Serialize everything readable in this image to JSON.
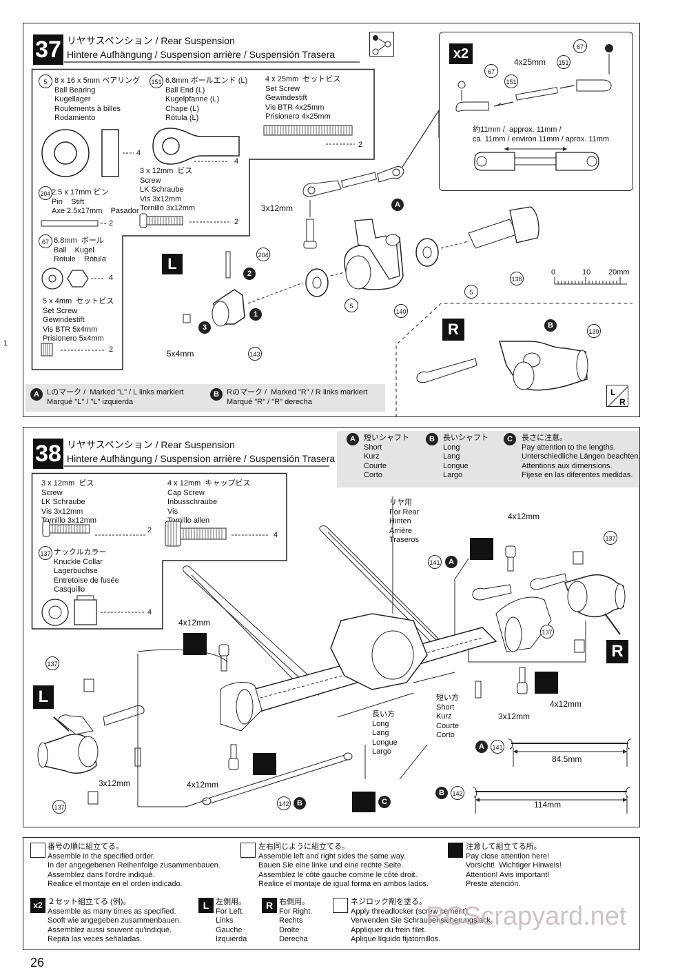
{
  "side_number": "1",
  "page_number": "26",
  "watermark": "RCScrapyard.net",
  "step37": {
    "number": "37",
    "title_line1": "リヤサスペンション / Rear Suspension",
    "title_line2": "Hintere Aufhängung / Suspension arrière / Suspensión Trasera",
    "parts": {
      "p5_num": "5",
      "p5": "8 x 16 x 5mm ベアリング\nBall Bearing\nKugellager\nRoulements à billes\nRodamiento",
      "p5_qty": "4",
      "p151_num": "151",
      "p151": "6.8mm ボールエンド (L)\nBall End (L)\nKugelpfanne (L)\nChape (L)\nRótula (L)",
      "p151_qty": "4",
      "setscrew": "4 x 25mm  セットビス\nSet Screw\nGewindestift\nVis BTR 4x25mm\nPrisionero 4x25mm",
      "setscrew_qty": "2",
      "screw": "3 x 12mm  ビス\nScrew\nLK Schraube\nVis 3x12mm\nTornillo 3x12mm",
      "screw_qty": "2",
      "p204_num": "204",
      "p204": "2.5 x 17mm ピン\nPin    Stift\nAxe 2.5x17mm    Pasador",
      "p204_qty": "2",
      "p67_num": "67",
      "p67": "6.8mm  ボール\nBall    Kugel\nRotule    Rótula",
      "p67_qty": "4",
      "setscrew5": "5 x 4mm  セットビス\nSet Screw\nGewindestift\nVis BTR 5x4mm\nPrisionero 5x4mm",
      "setscrew5_qty": "2"
    },
    "x2_label": "x2",
    "detail_4x25": "4x25mm",
    "approx": "約11mm /  approx. 11mm /\nca. 11mm / environ 11mm / aprox. 11mm",
    "label_3x12": "3x12mm",
    "label_5x4": "5x4mm",
    "L_mark": "L",
    "R_mark": "R",
    "scale": {
      "z": "0",
      "ten": "10",
      "twenty": "20mm"
    },
    "legend_A": "Lのマーク /  Marked \"L\" / L links markiert\nMarqué \"L\" / \"L\" izquierda",
    "legend_B": "Rのマーク /  Marked \"R\" / R links markiert\nMarqué \"R\" / \"R\" derecha",
    "callouts": {
      "n5a": "5",
      "n5b": "5",
      "n138": "138",
      "n140": "140",
      "n143": "143",
      "n139": "139",
      "n204": "204",
      "n151a": "151",
      "n151b": "151",
      "n67a": "67",
      "n67b": "67"
    }
  },
  "step38": {
    "number": "38",
    "title_line1": "リヤサスペンション / Rear Suspension",
    "title_line2": "Hintere Aufhängung / Suspension arrière / Suspensión Trasera",
    "legend_A": "短いシャフト\nShort\nKurz\nCourte\nCorto",
    "legend_B": "長いシャフト\nLong\nLang\nLongue\nLargo",
    "legend_C": "長さに注意。\nPay attention to the lengths.\nUnterschiedliche Längen beachten.\nAttentions aux dimensions.\nFíjese en las diferentes medidas.",
    "screw": "3 x 12mm  ビス\nScrew\nLK Schraube\nVis 3x12mm\nTornillo 3x12mm",
    "screw_qty": "2",
    "capscrew": "4 x 12mm  キャップビス\nCap Screw\nInbusschraube\nVis\nTornillo allen",
    "capscrew_qty": "4",
    "p137_num": "137",
    "p137": "ナックルカラー\nKnuckle Collar\nLagerbuchse\nEntretoise de fusée\nCasquillo",
    "p137_qty": "4",
    "for_rear": "リヤ用\nFor Rear\nHinten\nArrière\nTraseros",
    "long_label": "長い方\nLong\nLang\nLongue\nLargo",
    "short_label": "短い方\nShort\nKurz\nCourte\nCorto",
    "l4x12a": "4x12mm",
    "l4x12b": "4x12mm",
    "l4x12c": "4x12mm",
    "l4x12d": "4x12mm",
    "l3x12a": "3x12mm",
    "l3x12b": "3x12mm",
    "dim_a": "84.5mm",
    "dim_b": "114mm",
    "n141": "141",
    "n142": "142",
    "L_mark": "L",
    "R_mark": "R"
  },
  "footer": {
    "order": "番号の順に組立てる。\nAssemble in the specified order.\nIn der angegebenen Reihenfolge zusammenbauen.\nAssemblez dans l'ordre indiqué.\nRealice el montaje en el orden indicado.",
    "lr": "左右同じように組立てる。\nAssemble left and right sides the same way.\nBauen Sie eine linke und eine rechte Seite.\nAssemblez le côté gauche comme le côté droit.\nRealice el montaje de igual forma en ambos lados.",
    "attention": "注意して組立てる所。\nPay close attention here!\nVorsicht!  Wichtiger Hinweis!\nAttention! Avis important!\nPreste atención.",
    "x2": "２セット組立てる (例)。\nAssemble as many times as specified.\nSooft wie angegeben zusammenbauen.\nAssemblez aussi souvent qu'indiqué.\nRepita las veces señaladas.",
    "left": "左側用。\nFor Left.\nLinks\nGauche\nIzquierda",
    "right": "右側用。\nFor Right.\nRechts\nDrolte\nDerecha",
    "thread": "ネジロック剤を塗る。\nApply threadlocker (screw cement).\nVerwenden Sie Schraubensicherungslack.\nAppliquer du frein filet.\nAplique líquido fijatornillos.",
    "x2_icon": "x2",
    "L_icon": "L",
    "R_icon": "R"
  }
}
